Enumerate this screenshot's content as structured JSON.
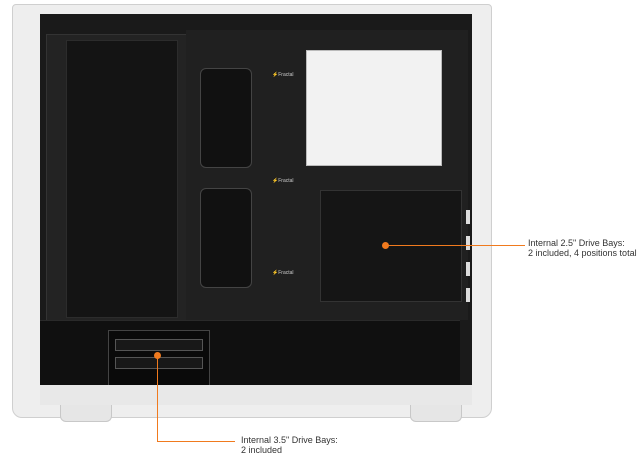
{
  "callouts": [
    {
      "line1": "Internal 2.5\" Drive Bays:",
      "line2": "2 included, 4 positions total"
    },
    {
      "line1": "Internal 3.5\" Drive Bays:",
      "line2": "2 included"
    }
  ],
  "logo_text": "Fractal",
  "colors": {
    "accent": "#f07a1e",
    "case": "#eeeeee",
    "interior": "#1a1a1a"
  }
}
